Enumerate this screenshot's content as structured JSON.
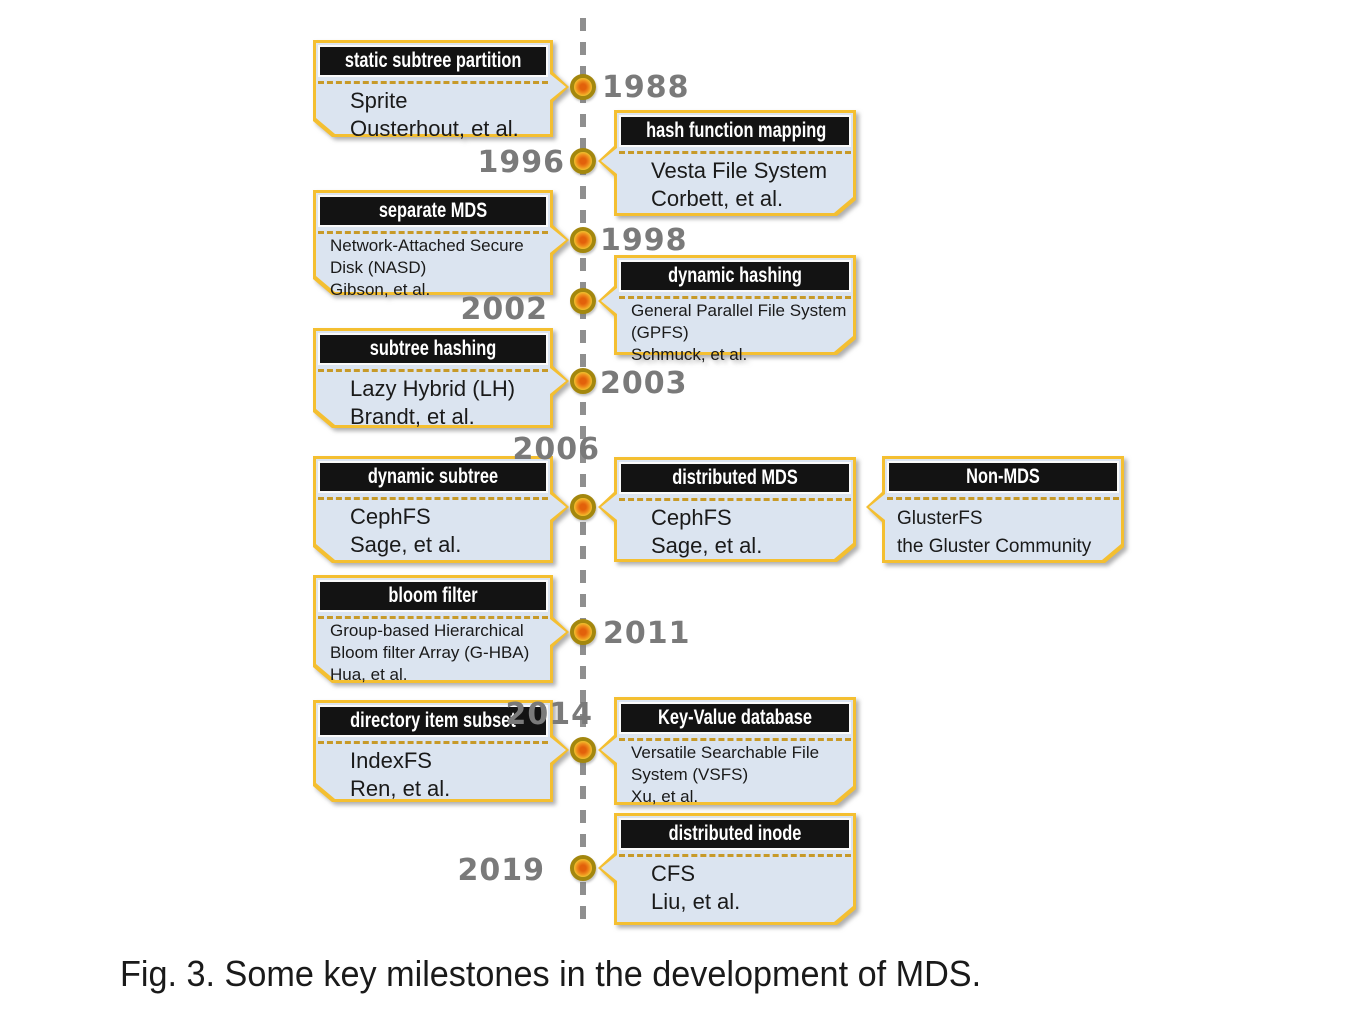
{
  "figure": {
    "caption": "Fig. 3. Some key milestones in the development of MDS."
  },
  "colors": {
    "gold": "#F4BF31",
    "goldDark": "#C79A29",
    "headerBg": "#131313",
    "bodyBg": "#DBE4F0",
    "yearText": "#7A7A7A",
    "timeline": "#8F8F8F",
    "markerRing": "#A3870E",
    "markerFill": "#F2C12E",
    "markerCenter": "#E2610B",
    "caption": "#1A1A1A"
  },
  "timeline": {
    "years": [
      "1988",
      "1996",
      "1998",
      "2002",
      "2003",
      "2006",
      "2011",
      "2014",
      "2019"
    ]
  },
  "milestones": [
    {
      "id": "static-subtree-partition",
      "year": "1988",
      "side": "left",
      "header": "static subtree partition",
      "lines": [
        "Sprite",
        "Ousterhout, et al."
      ]
    },
    {
      "id": "hash-function-mapping",
      "year": "1996",
      "side": "right",
      "header": "hash function mapping",
      "lines": [
        "Vesta File System",
        "Corbett, et al."
      ]
    },
    {
      "id": "separate-mds",
      "year": "1998",
      "side": "left",
      "header": "separate MDS",
      "lines": [
        "Network-Attached Secure",
        "Disk (NASD)",
        "Gibson, et al."
      ]
    },
    {
      "id": "dynamic-hashing",
      "year": "2002",
      "side": "right",
      "header": "dynamic hashing",
      "lines": [
        "General Parallel File System",
        "(GPFS)",
        "Schmuck, et al."
      ]
    },
    {
      "id": "subtree-hashing",
      "year": "2003",
      "side": "left",
      "header": "subtree hashing",
      "lines": [
        "Lazy Hybrid (LH)",
        "Brandt, et al."
      ]
    },
    {
      "id": "dynamic-subtree",
      "year": "2006",
      "side": "left",
      "header": "dynamic subtree",
      "lines": [
        "CephFS",
        "Sage, et al."
      ]
    },
    {
      "id": "distributed-mds",
      "year": "2006",
      "side": "right",
      "header": "distributed MDS",
      "lines": [
        "CephFS",
        "Sage, et al."
      ]
    },
    {
      "id": "non-mds",
      "year": "2006",
      "side": "far-right",
      "header": "Non-MDS",
      "lines": [
        "GlusterFS",
        "the Gluster Community"
      ]
    },
    {
      "id": "bloom-filter",
      "year": "2011",
      "side": "left",
      "header": "bloom filter",
      "lines": [
        "Group-based Hierarchical",
        "Bloom filter Array (G-HBA)",
        "Hua, et al."
      ]
    },
    {
      "id": "directory-item-subset",
      "year": "2014",
      "side": "left",
      "header": "directory item subset",
      "lines": [
        "IndexFS",
        "Ren, et al."
      ]
    },
    {
      "id": "key-value-database",
      "year": "2014",
      "side": "right",
      "header": "Key-Value database",
      "lines": [
        "Versatile Searchable File",
        "System (VSFS)",
        "Xu, et al."
      ]
    },
    {
      "id": "distributed-inode",
      "year": "2019",
      "side": "right",
      "header": "distributed inode",
      "lines": [
        "CFS",
        "Liu, et al."
      ]
    }
  ]
}
